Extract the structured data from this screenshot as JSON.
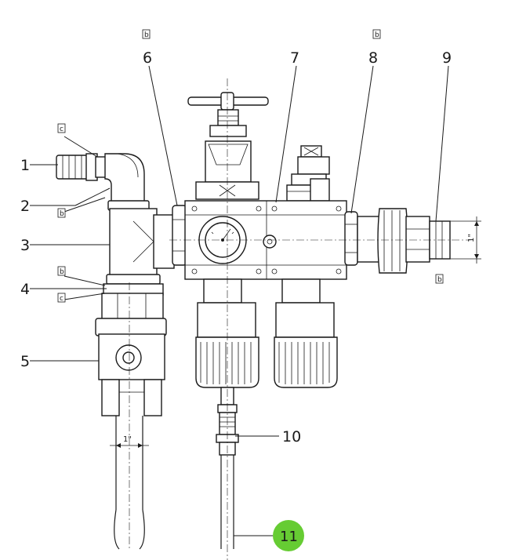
{
  "callouts": [
    {
      "id": "1",
      "label": "1"
    },
    {
      "id": "2",
      "label": "2"
    },
    {
      "id": "3",
      "label": "3"
    },
    {
      "id": "4",
      "label": "4"
    },
    {
      "id": "5",
      "label": "5"
    },
    {
      "id": "6",
      "label": "6"
    },
    {
      "id": "7",
      "label": "7"
    },
    {
      "id": "8",
      "label": "8"
    },
    {
      "id": "9",
      "label": "9"
    },
    {
      "id": "10",
      "label": "10"
    },
    {
      "id": "11",
      "label": "11"
    }
  ],
  "markers": {
    "b_top_6": "b",
    "b_top_8": "b",
    "c_1": "c",
    "b_2": "b",
    "b_4": "b",
    "c_4": "c",
    "b_9": "b"
  },
  "dimensions": {
    "pipe_inlet": "1\"",
    "pipe_outlet": "1\""
  },
  "colors": {
    "line": "#1a1a1a",
    "highlight_badge": "#66cc33"
  }
}
